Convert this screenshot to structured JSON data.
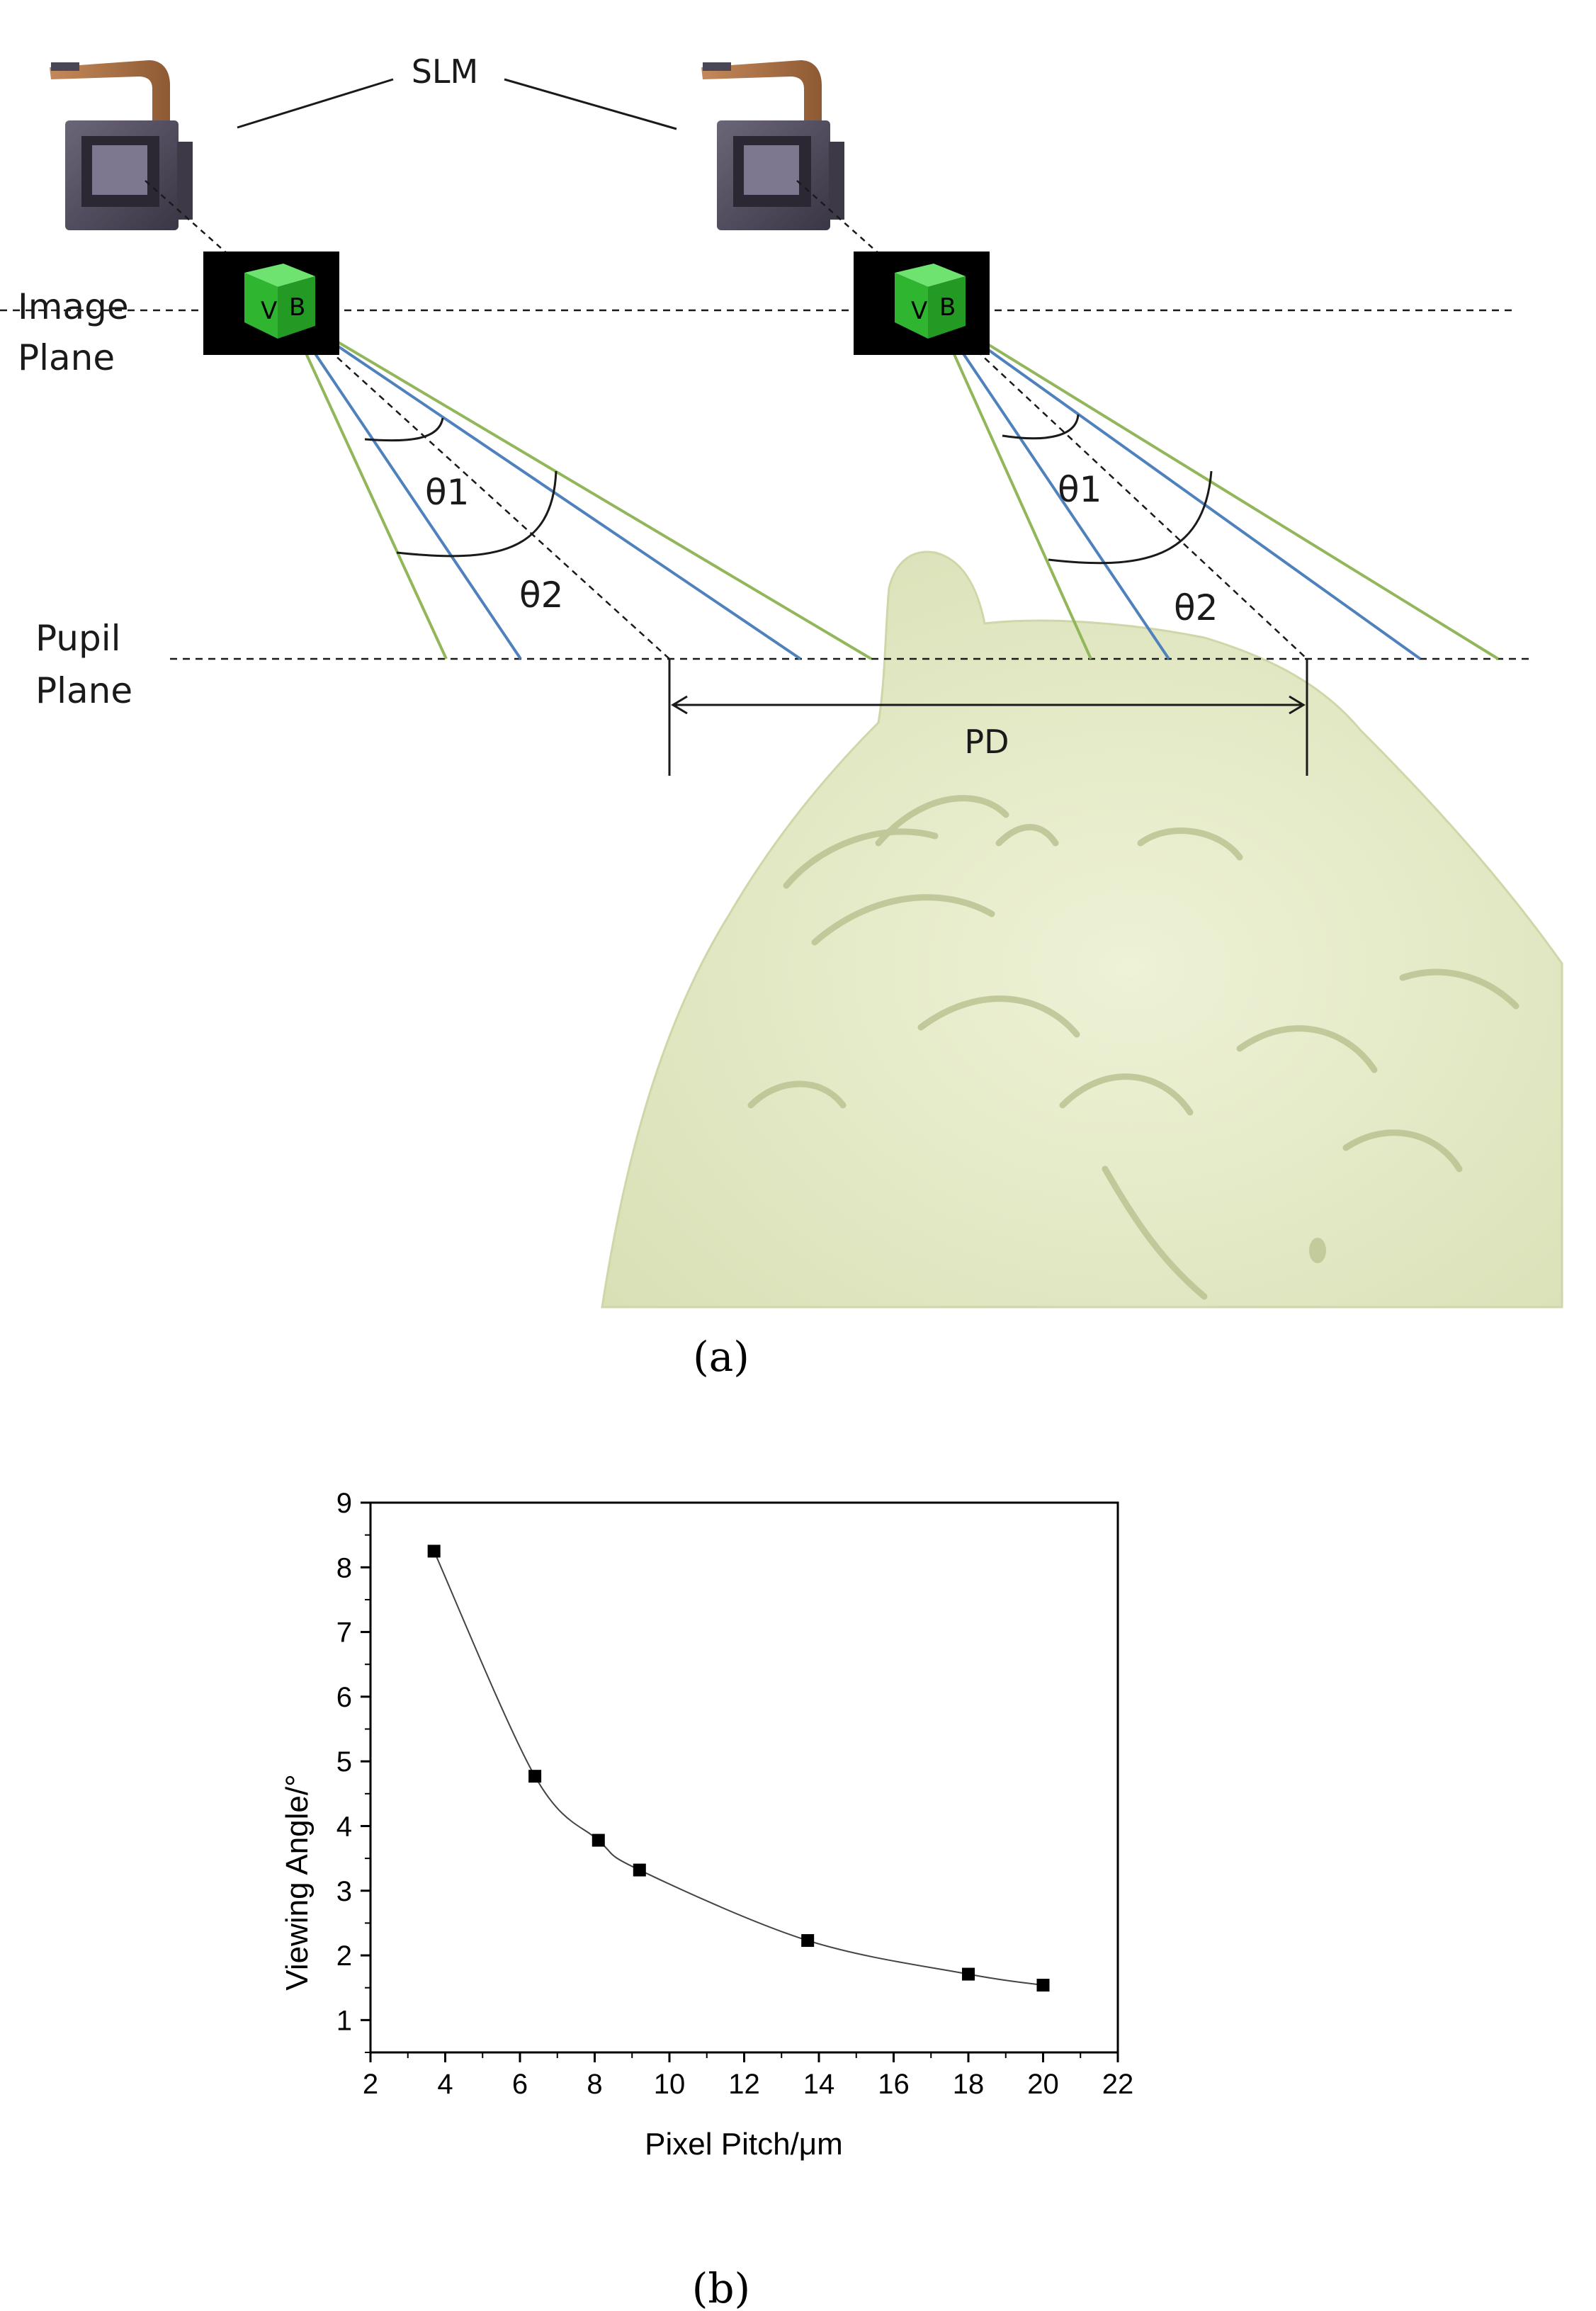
{
  "figure_a": {
    "slm_label": "SLM",
    "image_plane_label_line1": "Image",
    "image_plane_label_line2": "Plane",
    "pupil_plane_label_line1": "Pupil",
    "pupil_plane_label_line2": "Plane",
    "theta1_left": "θ1",
    "theta2_left": "θ2",
    "theta1_right": "θ1",
    "theta2_right": "θ2",
    "pd_label": "PD",
    "caption": "(a)",
    "colors": {
      "blue_ray": "#4f81bd",
      "green_ray": "#92b65a",
      "cube_green": "#2fb52f",
      "head": "#e3e9c7"
    },
    "icons": [
      "slm-device-icon",
      "cube-image-icon",
      "head-model-icon"
    ]
  },
  "figure_b": {
    "caption": "(b)",
    "x_tick_labels": [
      "2",
      "4",
      "6",
      "8",
      "10",
      "12",
      "14",
      "16",
      "18",
      "20",
      "22"
    ],
    "y_tick_labels": [
      "1",
      "2",
      "3",
      "4",
      "5",
      "6",
      "7",
      "8",
      "9"
    ]
  },
  "chart_data": {
    "type": "line",
    "xlabel": "Pixel Pitch/μm",
    "ylabel": "Viewing Angle/°",
    "xlim": [
      2,
      22
    ],
    "ylim": [
      0.5,
      9
    ],
    "grid": false,
    "marker": "square",
    "series": [
      {
        "x": [
          3.7,
          6.4,
          8.1,
          9.2,
          13.7,
          18.0,
          20.0
        ],
        "y": [
          8.25,
          4.77,
          3.78,
          3.32,
          2.23,
          1.71,
          1.54
        ]
      }
    ]
  }
}
